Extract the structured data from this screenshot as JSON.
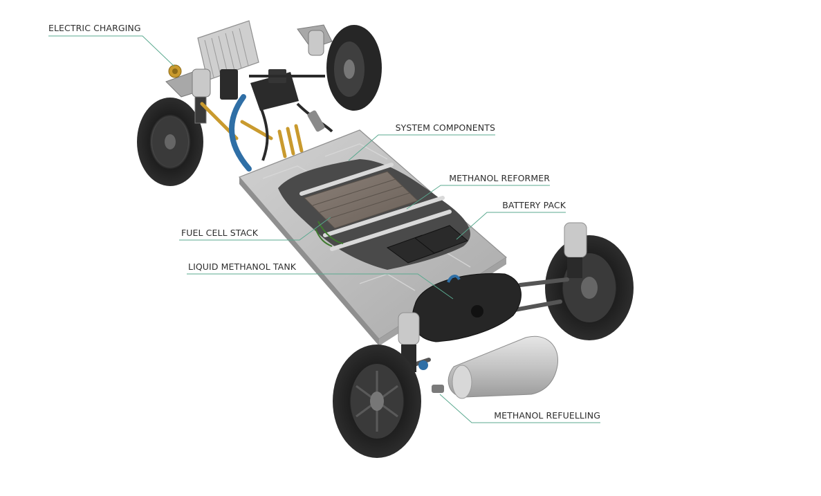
{
  "colors": {
    "leader_line": "#5aa98f",
    "label_text": "#2c2c2c",
    "chassis_plate": "#b9b9b9",
    "chassis_edge": "#9a9a9a",
    "tire": "#2a2a2a",
    "hose_blue": "#2f6fa6",
    "copper": "#c99a2e",
    "battery_cells": "#7d7268",
    "tank_black": "#262626",
    "cylinder_silver": "#cfcfcf"
  },
  "labels": {
    "electric_charging": "ELECTRIC CHARGING",
    "system_components": "SYSTEM COMPONENTS",
    "methanol_reformer": "METHANOL REFORMER",
    "battery_pack": "BATTERY PACK",
    "fuel_cell_stack": "FUEL CELL STACK",
    "liquid_methanol_tank": "LIQUID METHANOL TANK",
    "methanol_refuelling": "METHANOL REFUELLING"
  }
}
